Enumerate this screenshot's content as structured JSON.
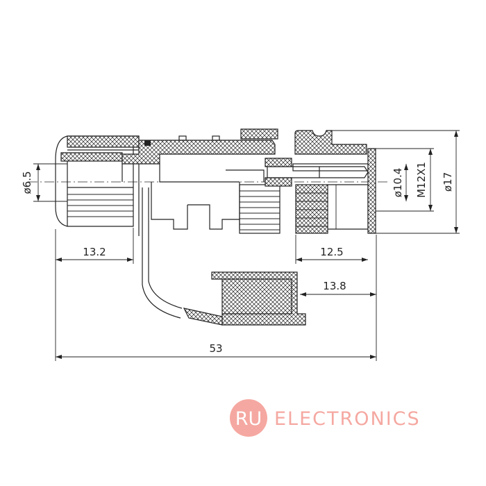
{
  "dimensions": {
    "overall_length": "53",
    "cable_gland_length": "13.2",
    "thread_length": "12.5",
    "cap_offset": "13.8",
    "cable_diameter": "ø6.5",
    "inner_diameter": "ø10.4",
    "thread_spec": "M12X1",
    "outer_diameter": "ø17"
  },
  "watermark": {
    "badge": "RU",
    "text": "ELECTRONICS",
    "color": "#f28b82"
  },
  "colors": {
    "ink": "#222222",
    "background": "#ffffff"
  }
}
